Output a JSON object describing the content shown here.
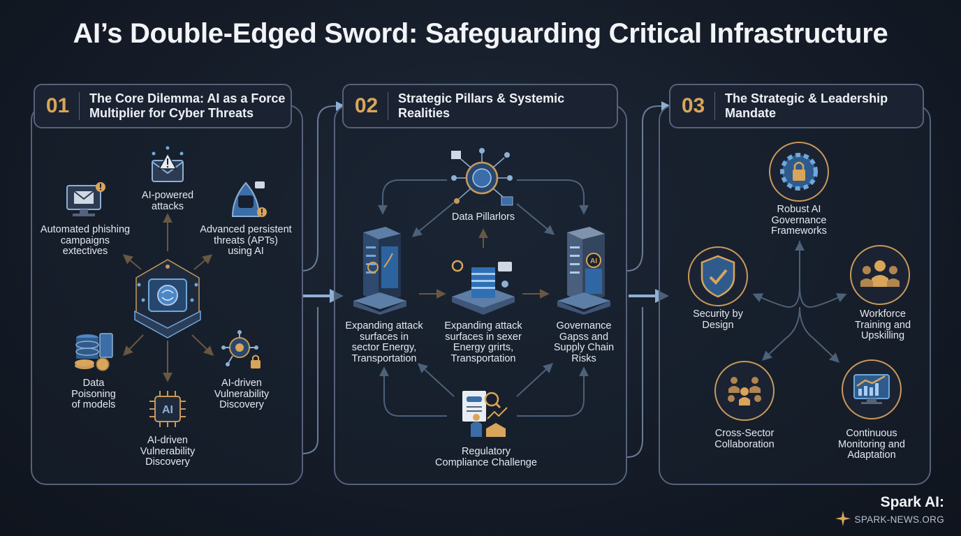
{
  "title": "AI’s Double-Edged Sword: Safeguarding Critical Infrastructure",
  "panels": [
    {
      "number": "01",
      "title": "The Core Dilemma: AI as a Force\nMultiplier for Cyber Threats",
      "nodes": [
        {
          "label": "AI-powered\nattacks",
          "icon": "envelope-warning-icon"
        },
        {
          "label": "Automated phishing\ncampaigns\nextectives",
          "icon": "monitor-email-icon"
        },
        {
          "label": "Advanced persistent\nthreats (APTs)\nusing AI",
          "icon": "hooded-hacker-icon"
        },
        {
          "label": "Data\nPoisoning\nof models",
          "icon": "database-coins-icon"
        },
        {
          "label": "AI-driven\nVulnerability\nDiscovery",
          "icon": "ai-chip-icon"
        },
        {
          "label": "AI-driven\nVulnerability\nDiscovery",
          "icon": "network-lock-icon"
        }
      ],
      "center_icon": "ai-brain-chip-icon"
    },
    {
      "number": "02",
      "title": "Strategic Pillars & Systemic\nRealities",
      "nodes": [
        {
          "label": "Data Pillarlors",
          "icon": "data-hub-icon"
        },
        {
          "label": "Expanding attack\nsurfaces in\nsector Energy,\nTransportation",
          "icon": "server-tower-icon"
        },
        {
          "label": "Expanding attack\nsurfaces in sexer\nEnergy grirts,\nTransportation",
          "icon": "server-stack-icon"
        },
        {
          "label": "Governance\nGapss and\nSupply Chain\nRisks",
          "icon": "ai-server-icon"
        },
        {
          "label": "Regulatory\nCompliance Challenge",
          "icon": "compliance-document-icon"
        }
      ]
    },
    {
      "number": "03",
      "title": "The Strategic & Leadership\nMandate",
      "nodes": [
        {
          "label": "Robust AI\nGovernance\nFrameworks",
          "icon": "gear-lock-icon"
        },
        {
          "label": "Security by\nDesign",
          "icon": "shield-check-icon"
        },
        {
          "label": "Workforce\nTraining and\nUpskilling",
          "icon": "team-icon"
        },
        {
          "label": "Cross-Sector\nCollaboration",
          "icon": "collaboration-icon"
        },
        {
          "label": "Continuous\nMonitoring and\nAdaptation",
          "icon": "monitor-chart-icon"
        }
      ]
    }
  ],
  "footer": {
    "brand": "Spark AI:",
    "site": "SPARK-NEWS.ORG"
  },
  "colors": {
    "accent_gold": "#d9a55a",
    "accent_blue": "#6fa8dc",
    "panel_border": "#56627a",
    "background": "#151c28"
  }
}
